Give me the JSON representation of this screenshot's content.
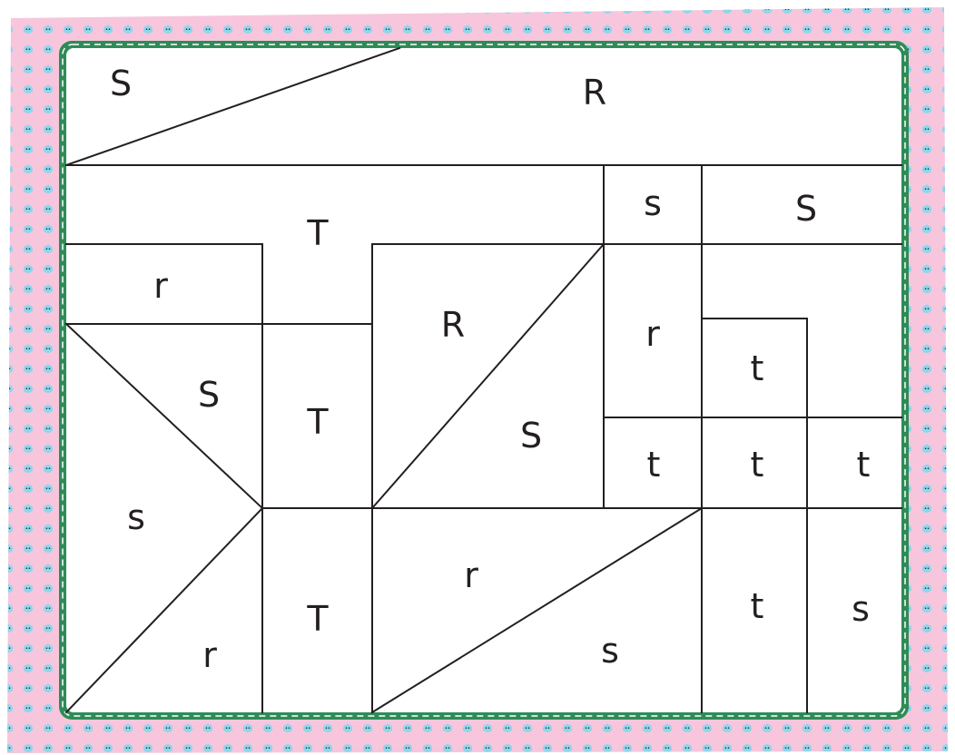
{
  "puzzle": {
    "colors": {
      "paper_pink": "#f7c6dc",
      "cat_blue": "#8fd6ec",
      "frame_green": "#2e8b57",
      "stitch_white": "#ffffff",
      "line_black": "#231f20",
      "board_white": "#ffffff"
    },
    "regions": [
      {
        "id": "top-left-triangle",
        "letter": "S"
      },
      {
        "id": "top-wide",
        "letter": "R"
      },
      {
        "id": "upper-left-t-shape",
        "letter": "T"
      },
      {
        "id": "upper-mid-small",
        "letter": "s"
      },
      {
        "id": "upper-right",
        "letter": "S"
      },
      {
        "id": "left-strip",
        "letter": "r"
      },
      {
        "id": "left-upper-triangle",
        "letter": "S"
      },
      {
        "id": "center-column-upper",
        "letter": "T"
      },
      {
        "id": "center-square-upper",
        "letter": "R"
      },
      {
        "id": "center-square-lower",
        "letter": "S"
      },
      {
        "id": "right-col-r",
        "letter": "r"
      },
      {
        "id": "right-square-t",
        "letter": "t"
      },
      {
        "id": "left-middle-s",
        "letter": "s"
      },
      {
        "id": "small-t-1",
        "letter": "t"
      },
      {
        "id": "small-t-2",
        "letter": "t"
      },
      {
        "id": "small-t-3",
        "letter": "t"
      },
      {
        "id": "left-bottom-r",
        "letter": "r"
      },
      {
        "id": "center-column-lower",
        "letter": "T"
      },
      {
        "id": "bottom-triangle-r",
        "letter": "r"
      },
      {
        "id": "bottom-triangle-s",
        "letter": "s"
      },
      {
        "id": "bottom-t",
        "letter": "t"
      },
      {
        "id": "bottom-right-s",
        "letter": "s"
      }
    ]
  }
}
